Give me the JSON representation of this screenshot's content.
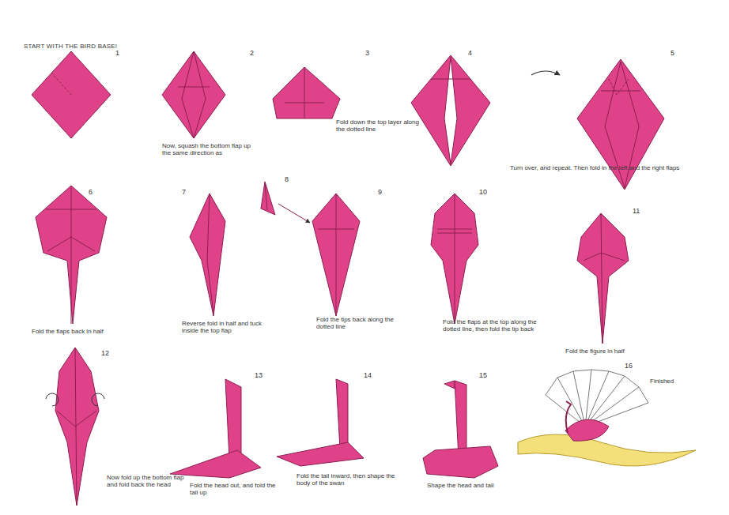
{
  "diagram": {
    "labels": [
      "START WITH THE BIRD BASE!",
      "1",
      "2",
      "Now, squash the bottom flap up the same direction as",
      "3",
      "Fold down the top layer along the dotted line",
      "4",
      "5",
      "Turn over, and repeat. Then fold in the left and the right flaps",
      "6",
      "Fold the flaps back in half",
      "7",
      "Reverse fold in half and tuck inside the top flap",
      "8",
      "9",
      "Fold the tips back along the dotted line",
      "10",
      "Fold the flaps at the top along the dotted line, then fold the tip back",
      "11",
      "Fold the figure in half",
      "12",
      "Now fold up the bottom flap and fold back the head",
      "13",
      "Fold the head out, and fold the tail up",
      "14",
      "Fold the tail inward, then shape the body of the swan",
      "15",
      "Shape the head and tail",
      "16",
      "Finished"
    ]
  }
}
